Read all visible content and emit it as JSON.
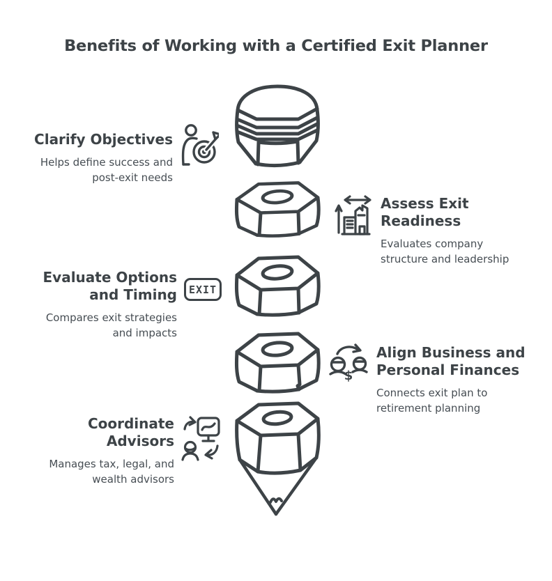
{
  "title": "Benefits of Working with a Certified Exit Planner",
  "colors": {
    "ink": "#3d4347",
    "description": "#464d53",
    "background": "#ffffff"
  },
  "pencil": {
    "name": "sketched-pencil",
    "segments": 5,
    "parts": [
      "eraser-cap",
      "segment",
      "segment",
      "segment",
      "tip"
    ]
  },
  "items": [
    {
      "side": "left",
      "title": "Clarify Objectives",
      "description": "Helps define success and\npost-exit needs",
      "icon": "person-target-icon"
    },
    {
      "side": "right",
      "title": "Assess Exit\nReadiness",
      "description": "Evaluates company\nstructure and leadership",
      "icon": "building-measure-icon"
    },
    {
      "side": "left",
      "title": "Evaluate Options\nand Timing",
      "description": "Compares exit strategies\nand impacts",
      "icon": "exit-sign-icon",
      "icon_label": "EXIT"
    },
    {
      "side": "right",
      "title": "Align Business and\nPersonal Finances",
      "description": "Connects exit plan to\nretirement planning",
      "icon": "money-transfer-icon",
      "icon_glyph": "$"
    },
    {
      "side": "left",
      "title": "Coordinate\nAdvisors",
      "description": "Manages tax, legal, and\nwealth advisors",
      "icon": "advisor-coordination-icon"
    }
  ]
}
